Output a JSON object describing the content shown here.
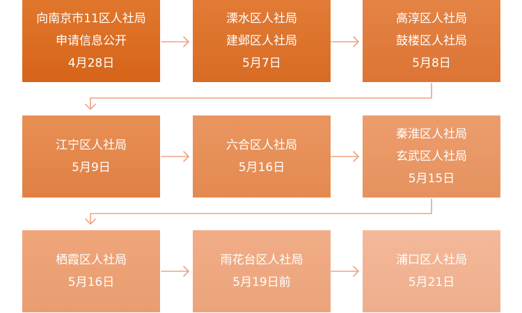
{
  "steps": [
    {
      "lines": [
        "向南京市11区人社局",
        "申请信息公开",
        "4月28日"
      ]
    },
    {
      "lines": [
        "溧水区人社局",
        "建邺区人社局",
        "5月7日"
      ]
    },
    {
      "lines": [
        "高淳区人社局",
        "鼓楼区人社局",
        "5月8日"
      ]
    },
    {
      "lines": [
        "江宁区人社局",
        "5月9日"
      ]
    },
    {
      "lines": [
        "六合区人社局",
        "5月16日"
      ]
    },
    {
      "lines": [
        "秦淮区人社局",
        "玄武区人社局",
        "5月15日"
      ]
    },
    {
      "lines": [
        "栖霞区人社局",
        "5月16日"
      ]
    },
    {
      "lines": [
        "雨花台区人社局",
        "5月19日前"
      ]
    },
    {
      "lines": [
        "浦口区人社局",
        "5月21日"
      ]
    }
  ],
  "colors": {
    "connector": "#eea27f",
    "text": "#ffffff"
  }
}
